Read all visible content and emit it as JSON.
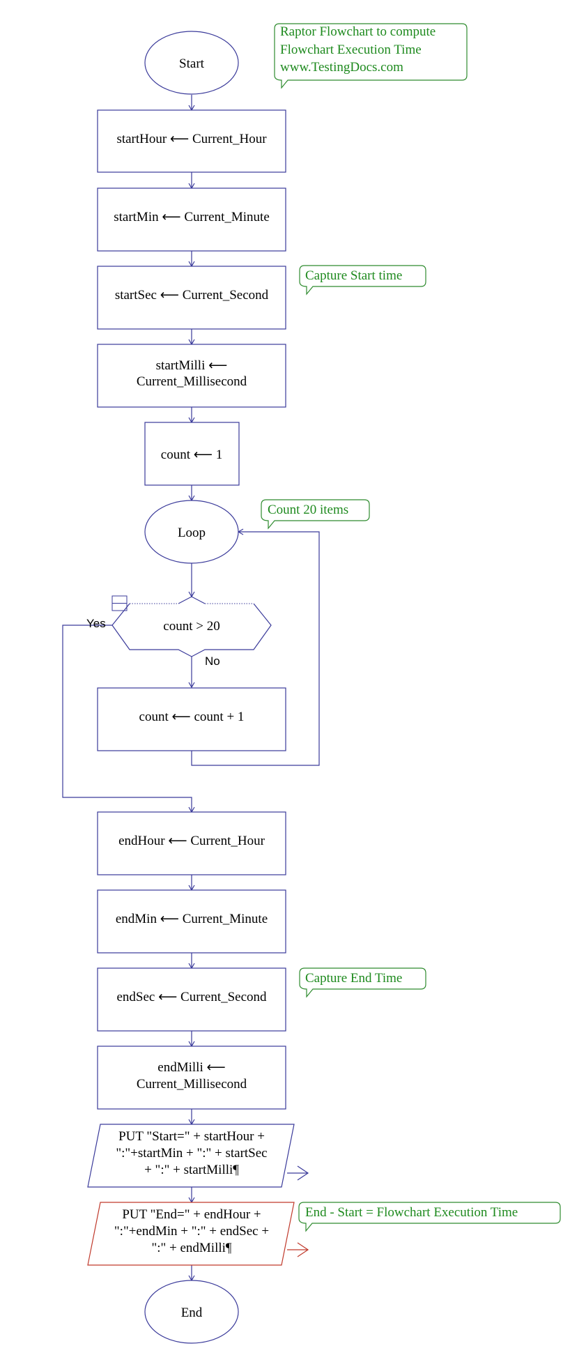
{
  "diagram": {
    "nodes": {
      "start": "Start",
      "start_hour": "startHour ⟵ Current_Hour",
      "start_min": "startMin ⟵ Current_Minute",
      "start_sec": "startSec ⟵ Current_Second",
      "start_milli_1": "startMilli ⟵",
      "start_milli_2": "Current_Millisecond",
      "count_init": "count ⟵ 1",
      "loop": "Loop",
      "condition": "count > 20",
      "count_inc": "count ⟵ count  +  1",
      "end_hour": "endHour ⟵ Current_Hour",
      "end_min": "endMin ⟵ Current_Minute",
      "end_sec": "endSec ⟵ Current_Second",
      "end_milli_1": "endMilli ⟵",
      "end_milli_2": "Current_Millisecond",
      "put_start_1": "PUT \"Start=\" + startHour +",
      "put_start_2": "\":\"+startMin + \":\" + startSec",
      "put_start_3": "+ \":\" + startMilli¶",
      "put_end_1": "PUT \"End=\" + endHour +",
      "put_end_2": "\":\"+endMin + \":\" + endSec +",
      "put_end_3": "\":\" + endMilli¶",
      "end": "End"
    },
    "labels": {
      "yes": "Yes",
      "no": "No"
    },
    "notes": {
      "title_1": "Raptor Flowchart to compute",
      "title_2": "Flowchart Execution Time",
      "title_3": "www.TestingDocs.com",
      "capture_start": "Capture Start time",
      "count_items": "Count 20 items",
      "capture_end": "Capture End Time",
      "formula": "End - Start = Flowchart Execution Time"
    },
    "colors": {
      "flow": "#3a3a9a",
      "note": "#1e8a1e",
      "highlight": "#c0392b"
    }
  }
}
